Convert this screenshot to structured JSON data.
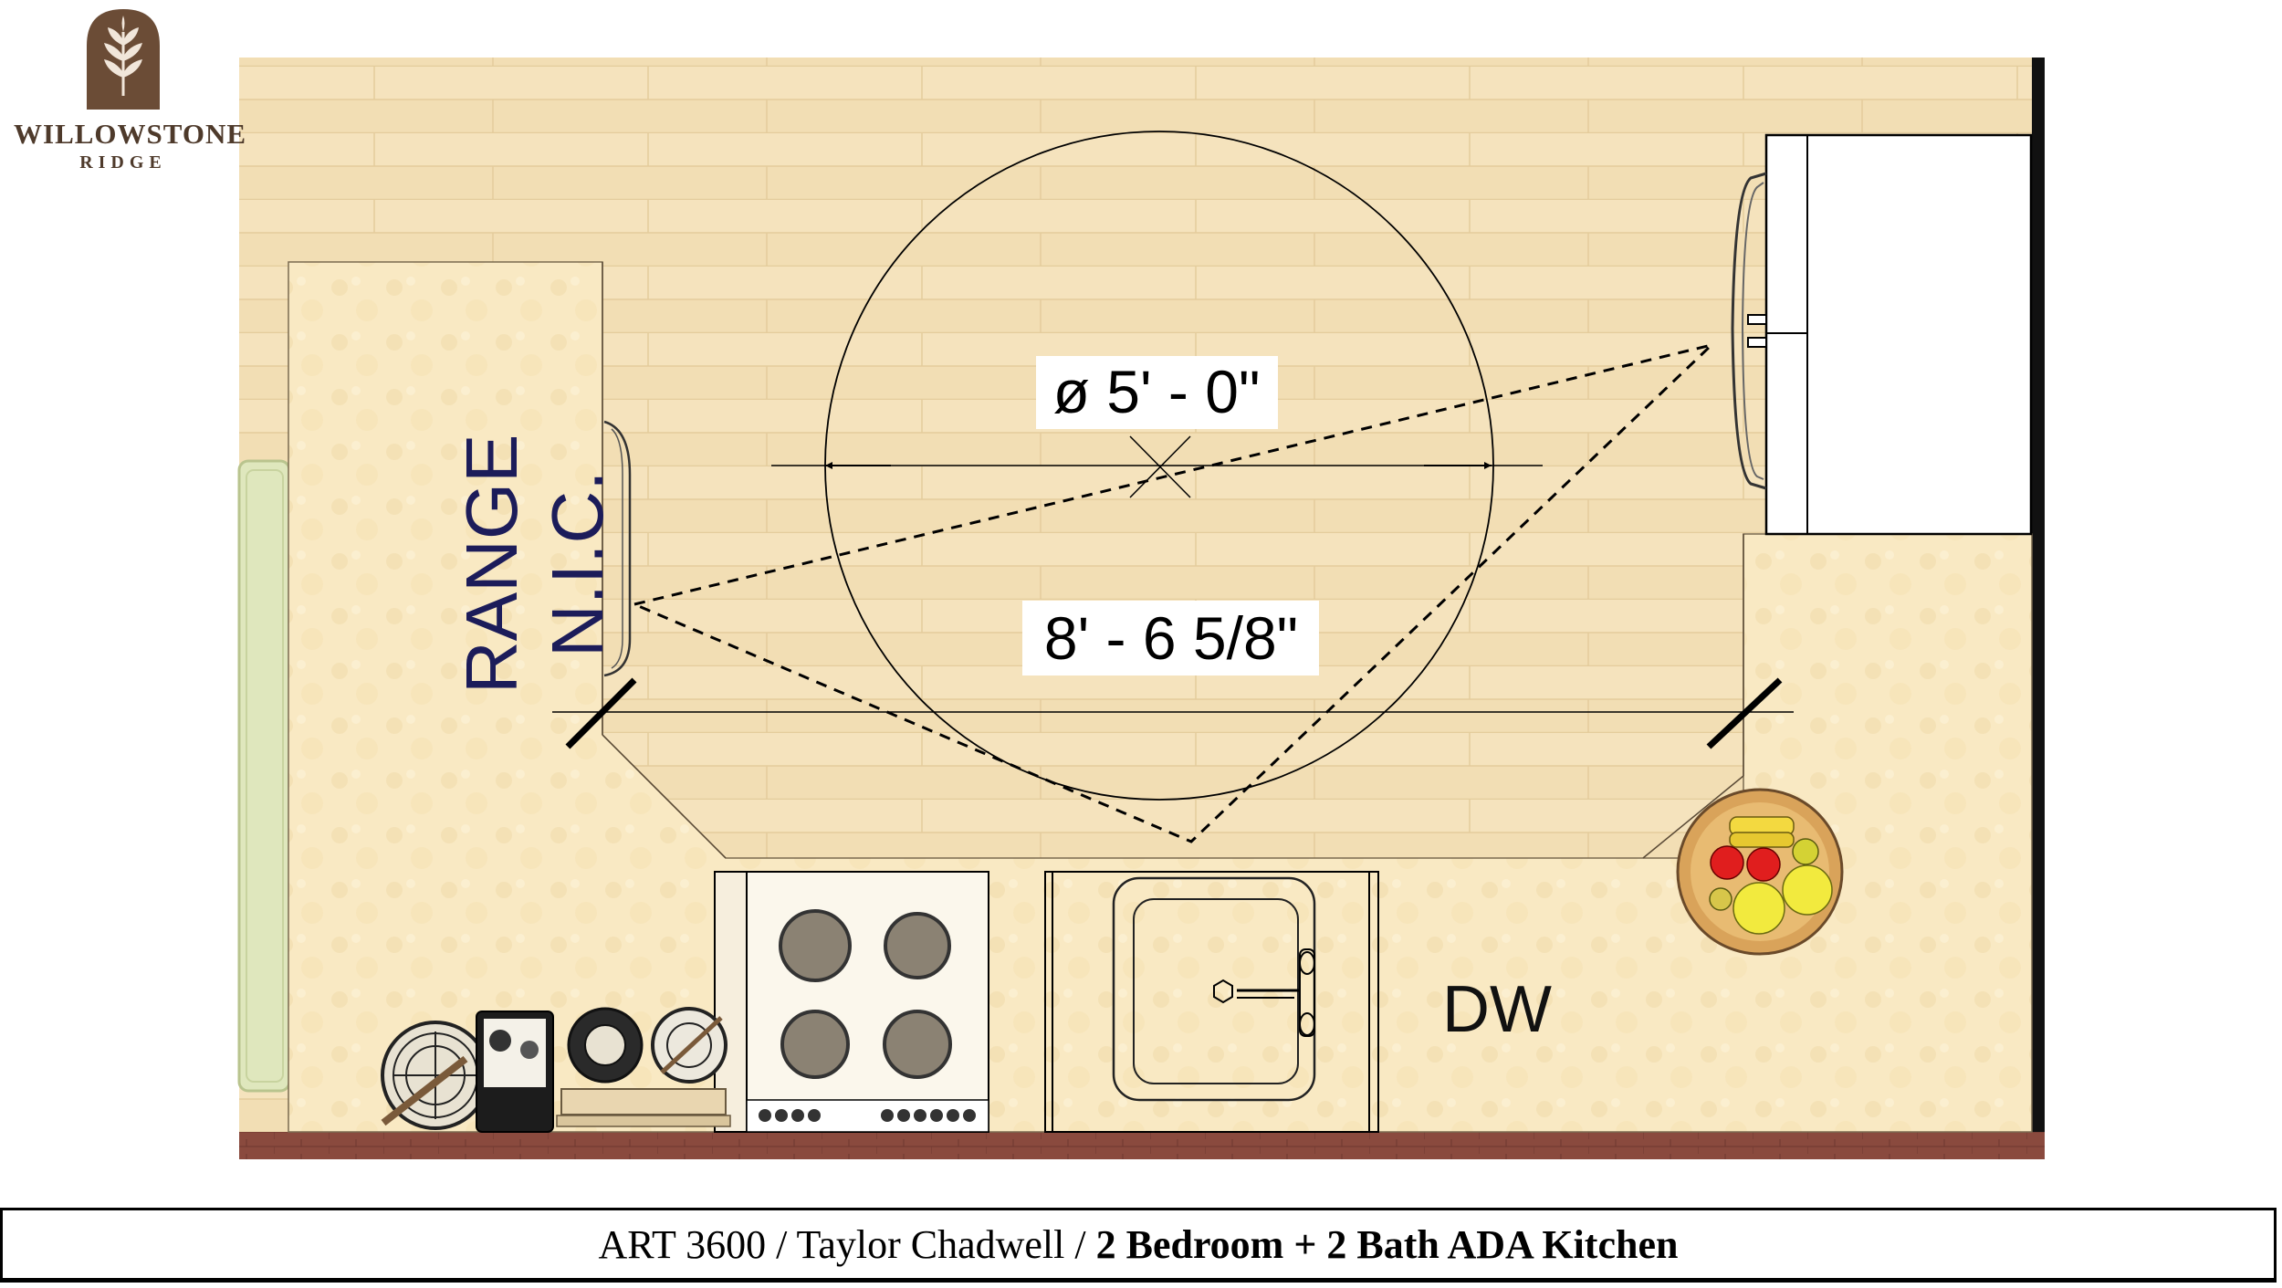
{
  "logo": {
    "name": "WILLOWSTONE",
    "subtitle": "RIDGE"
  },
  "plan": {
    "turning_circle_label": "ø 5' - 0\"",
    "clearance_label": "8' - 6 5/8\"",
    "range_label_line1": "RANGE",
    "range_label_line2": "N.I.C.",
    "dishwasher_label": "DW"
  },
  "caption": {
    "prefix": "ART 3600 / Taylor Chadwell / ",
    "title": "2 Bedroom + 2 Bath ADA Kitchen"
  },
  "colors": {
    "floor": "#f1ddb2",
    "counter": "#f8e7bf",
    "wall": "#111111",
    "brick": "#8a4a3e",
    "logo_brown": "#6b4c36",
    "label_navy": "#1c1c5a"
  }
}
